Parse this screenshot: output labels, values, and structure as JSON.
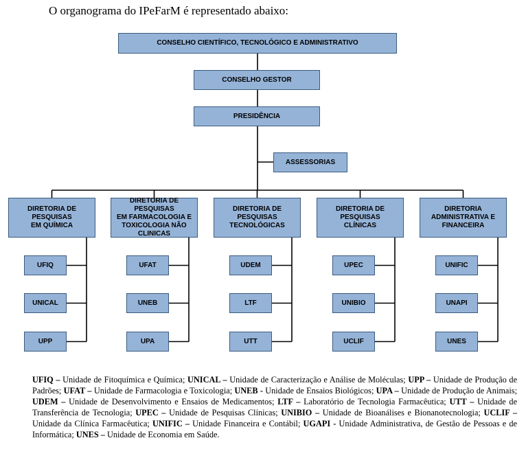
{
  "intro": "O organograma do IPeFarM é representado abaixo:",
  "colors": {
    "box_fill": "#95b3d7",
    "box_border": "#3a5a80",
    "line": "#000000"
  },
  "chart": {
    "top": [
      "CONSELHO CIENTÍFICO, TECNOLÓGICO E ADMINISTRATIVO"
    ],
    "gestor": [
      "CONSELHO GESTOR"
    ],
    "presidencia": [
      "PRESIDÊNCIA"
    ],
    "assessorias": [
      "ASSESSORIAS"
    ],
    "diretorias": [
      {
        "title": [
          "DIRETORIA DE PESQUISAS",
          "EM QUÍMICA"
        ],
        "units": [
          "UFIQ",
          "UNICAL",
          "UPP"
        ]
      },
      {
        "title": [
          "DIRETORIA DE PESQUISAS",
          "EM FARMACOLOGIA E",
          "TOXICOLOGIA NÃO",
          "CLINICAS"
        ],
        "units": [
          "UFAT",
          "UNEB",
          "UPA"
        ]
      },
      {
        "title": [
          "DIRETORIA DE PESQUISAS",
          "TECNOLÓGICAS"
        ],
        "units": [
          "UDEM",
          "LTF",
          "UTT"
        ]
      },
      {
        "title": [
          "DIRETORIA DE PESQUISAS",
          "CLÍNICAS"
        ],
        "units": [
          "UPEC",
          "UNIBIO",
          "UCLIF"
        ]
      },
      {
        "title": [
          "DIRETORIA",
          "ADMINISTRATIVA E",
          "FINANCEIRA"
        ],
        "units": [
          "UNIFIC",
          "UNAPI",
          "UNES"
        ]
      }
    ]
  },
  "legend": [
    {
      "abbr": "UFIQ",
      "sep": " – ",
      "desc": "Unidade de Fitoquímica e Química; "
    },
    {
      "abbr": "UNICAL",
      "sep": " – ",
      "desc": "Unidade de Caracterização e Análise de Moléculas; "
    },
    {
      "abbr": "UPP",
      "sep": " – ",
      "desc": "Unidade de Produção de Padrões; "
    },
    {
      "abbr": "UFAT",
      "sep": " – ",
      "desc": "Unidade de Farmacologia e Toxicologia; "
    },
    {
      "abbr": "UNEB",
      "sep": " - ",
      "desc": "Unidade de Ensaios Biológicos; "
    },
    {
      "abbr": "UPA",
      "sep": " – ",
      "desc": "Unidade de Produção de Animais; "
    },
    {
      "abbr": "UDEM",
      "sep": " – ",
      "desc": "Unidade de Desenvolvimento e Ensaios de Medicamentos; "
    },
    {
      "abbr": "LTF",
      "sep": " – ",
      "desc": "Laboratório de Tecnologia Farmacêutica; "
    },
    {
      "abbr": "UTT",
      "sep": " – ",
      "desc": "Unidade de Transferência de Tecnologia; "
    },
    {
      "abbr": "UPEC",
      "sep": " – ",
      "desc": "Unidade de Pesquisas Clínicas; "
    },
    {
      "abbr": "UNIBIO",
      "sep": " – ",
      "desc": "Unidade de Bioanálises e Bionanotecnologia; "
    },
    {
      "abbr": "UCLIF",
      "sep": " – ",
      "desc": "Unidade da Clínica Farmacêutica; "
    },
    {
      "abbr": "UNIFIC",
      "sep": " – ",
      "desc": "Unidade Financeira e Contábil; "
    },
    {
      "abbr": "UGAPI",
      "sep": " - ",
      "desc": "Unidade Administrativa, de Gestão de Pessoas e de Informática; "
    },
    {
      "abbr": "UNES",
      "sep": " – ",
      "desc": "Unidade de Economia em Saúde."
    }
  ]
}
